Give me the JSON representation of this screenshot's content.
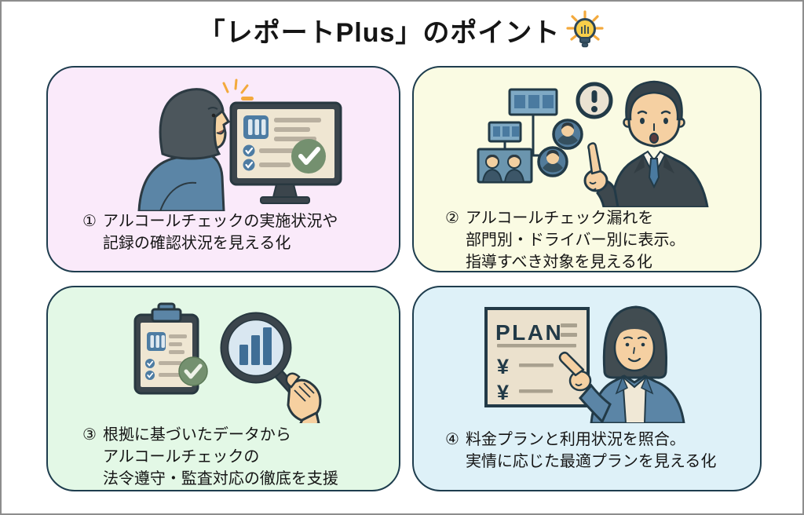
{
  "title": {
    "text": "「レポートPlus」のポイント"
  },
  "title_icon": {
    "name": "lightbulb-icon"
  },
  "cards": [
    {
      "number": "①",
      "lines": [
        "アルコールチェックの実施状況や",
        "記録の確認状況を見える化"
      ],
      "bg": "#faeafa",
      "illustration": "woman-viewing-monitor-checklist"
    },
    {
      "number": "②",
      "lines": [
        "アルコールチェック漏れを",
        "部門別・ドライバー別に表示。",
        "指導すべき対象を見える化"
      ],
      "bg": "#fafbe3",
      "illustration": "man-pointing-org-chart-alert"
    },
    {
      "number": "③",
      "lines": [
        "根拠に基づいたデータから",
        "アルコールチェックの",
        "法令遵守・監査対応の徹底を支援"
      ],
      "bg": "#e3f8e6",
      "illustration": "clipboard-check-magnifier-chart"
    },
    {
      "number": "④",
      "lines": [
        "料金プランと利用状況を照合。",
        "実情に応じた最適プランを見える化"
      ],
      "bg": "#def1f8",
      "illustration": "woman-presenting-price-plan"
    }
  ],
  "plan_board": {
    "title": "PLAN",
    "yen_1": "¥",
    "yen_2": "¥"
  },
  "colors": {
    "card_border": "#1e3d4e",
    "outline_dark": "#27353d",
    "accent_blue": "#4d7ca3",
    "steel_blue": "#5b85a6",
    "green_check": "#74906f",
    "screen_cream": "#efe6d2",
    "skin": "#f5d0a2",
    "bulb_yellow": "#f7ce4a",
    "ray_orange": "#f3a93c"
  }
}
